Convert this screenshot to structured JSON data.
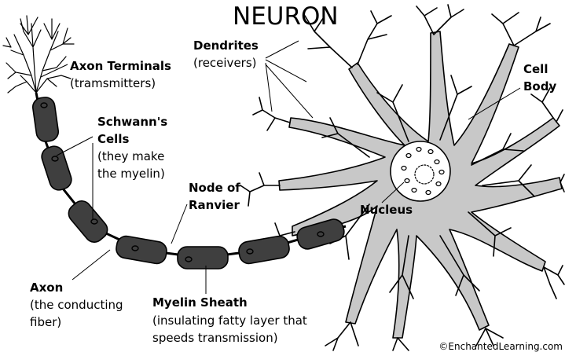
{
  "title": "NEURON",
  "labels": {
    "axon_terminals": {
      "name": "Axon Terminals",
      "note": "(tramsmitters)"
    },
    "schwanns_cells": {
      "name_line1": "Schwann's",
      "name_line2": "Cells",
      "note_line1": "(they make",
      "note_line2": "the myelin)"
    },
    "dendrites": {
      "name": "Dendrites",
      "note": "(receivers)"
    },
    "cell_body": {
      "line1": "Cell",
      "line2": "Body"
    },
    "node_of_ranvier": {
      "line1": "Node of",
      "line2": "Ranvier"
    },
    "nucleus": "Nucleus",
    "axon": {
      "name": "Axon",
      "note_line1": "(the conducting",
      "note_line2": "fiber)"
    },
    "myelin_sheath": {
      "name": "Myelin Sheath",
      "note_line1": "(insulating fatty layer that",
      "note_line2": "speeds transmission)"
    }
  },
  "credit": "©EnchantedLearning.com",
  "colors": {
    "cell_fill": "#c8c8c8",
    "myelin_fill": "#3f3f3f",
    "outline": "#000000",
    "background": "#ffffff"
  }
}
